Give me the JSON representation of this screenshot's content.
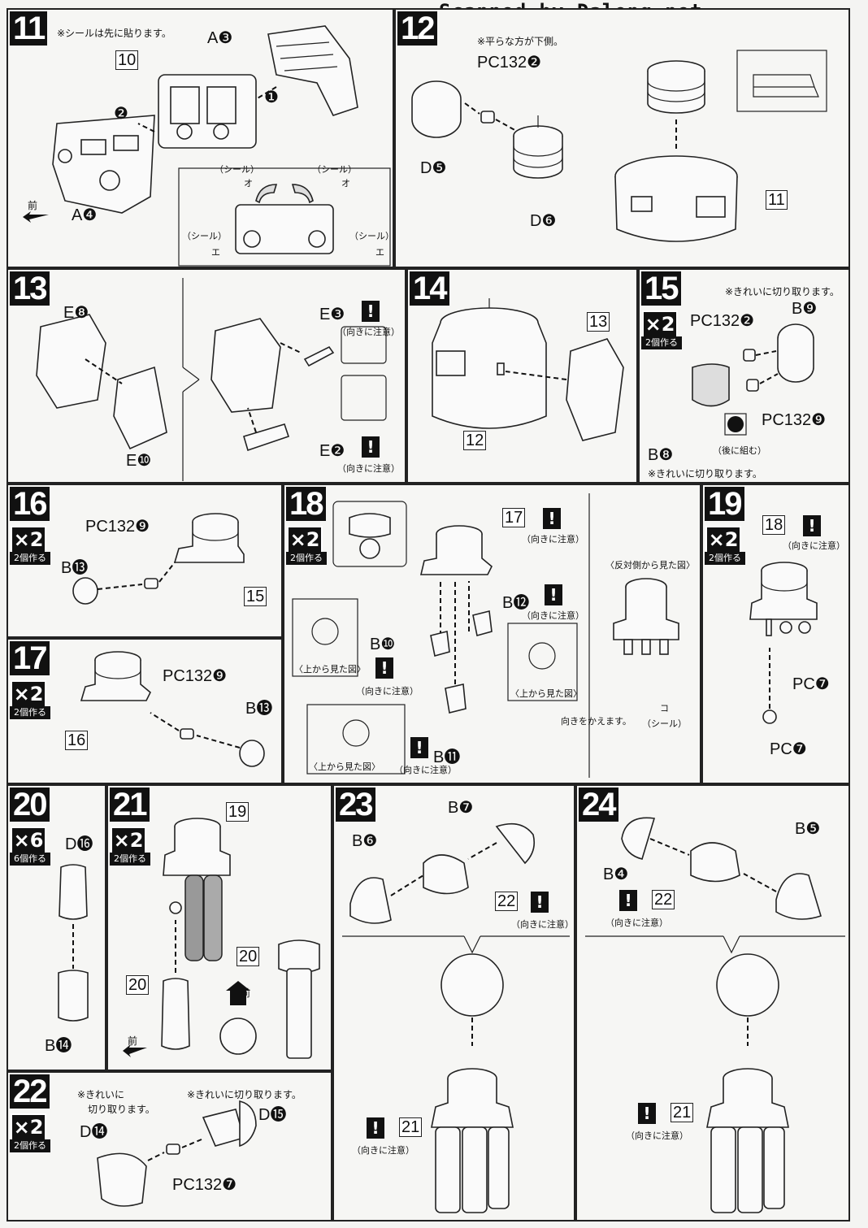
{
  "watermark": "Scanned by Dalong.net",
  "common": {
    "caution": "（向きに注意）",
    "make2": "2個作る",
    "make6": "6個作る",
    "x2": "×2",
    "x6": "×6",
    "warn": "!"
  },
  "s11": {
    "num": "11",
    "note": "※シールは先に貼ります。",
    "labels": [
      "A❸",
      "10",
      "A❹"
    ],
    "front": "前",
    "seal": "（シール）",
    "seal_o": "オ",
    "seal_e": "エ",
    "arrow1": "❶",
    "arrow2": "❷"
  },
  "s12": {
    "num": "12",
    "note": "※平らな方が下側。",
    "labels": [
      "PC132❷",
      "D❺",
      "D❻",
      "11"
    ]
  },
  "s13": {
    "num": "13",
    "labels": [
      "E❽",
      "E❿",
      "E❸",
      "E❷"
    ]
  },
  "s14": {
    "num": "14",
    "labels": [
      "13",
      "12"
    ]
  },
  "s15": {
    "num": "15",
    "note1": "※きれいに切り取ります。",
    "note2": "※きれいに切り取ります。",
    "labels": [
      "PC132❷",
      "B❾",
      "PC132❾",
      "B❽"
    ],
    "later": "（後に組む）"
  },
  "s16": {
    "num": "16",
    "labels": [
      "PC132❾",
      "B⓭",
      "15"
    ]
  },
  "s17": {
    "num": "17",
    "labels": [
      "PC132❾",
      "B⓭",
      "16"
    ]
  },
  "s18": {
    "num": "18",
    "labels": [
      "17",
      "B⓬",
      "B❿",
      "B⓫"
    ],
    "top_view": "〈上から見た図〉",
    "other_side": "〈反対側から見た図〉",
    "turn": "向きをかえます。",
    "seal": "（シール）",
    "seal_ko": "コ"
  },
  "s19": {
    "num": "19",
    "labels": [
      "18",
      "PC❼",
      "PC❼"
    ]
  },
  "s20": {
    "num": "20",
    "labels": [
      "D⓰",
      "B⓮"
    ]
  },
  "s21": {
    "num": "21",
    "labels": [
      "19",
      "20",
      "20"
    ],
    "front": "前",
    "front2": "前"
  },
  "s22": {
    "num": "22",
    "note1a": "※きれいに",
    "note1b": "切り取ります。",
    "note2": "※きれいに切り取ります。",
    "labels": [
      "D⓮",
      "D⓯",
      "PC132❼"
    ]
  },
  "s23": {
    "num": "23",
    "labels": [
      "B❼",
      "B❻",
      "22",
      "21"
    ]
  },
  "s24": {
    "num": "24",
    "labels": [
      "B❹",
      "B❺",
      "22",
      "21"
    ]
  }
}
